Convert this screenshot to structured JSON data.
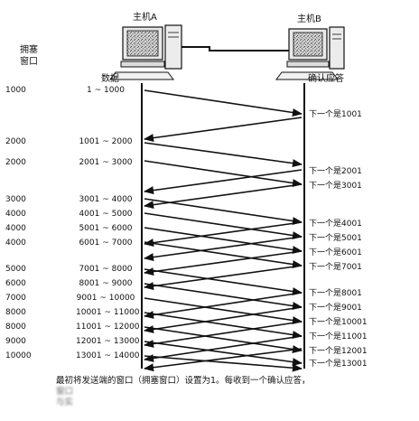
{
  "title": {
    "host_a": "主机A",
    "host_b": "主机B",
    "cwnd_label_line1": "拥塞",
    "cwnd_label_line2": "窗口",
    "data_header": "数据",
    "ack_header": "确认应答"
  },
  "rows": [
    {
      "cwnd": "1000",
      "data": "1 ~ 1000"
    },
    {
      "cwnd": "2000",
      "data": "1001 ~ 2000"
    },
    {
      "cwnd": "2000",
      "data": "2001 ~ 3000"
    },
    {
      "cwnd": "3000",
      "data": "3001 ~ 4000"
    },
    {
      "cwnd": "4000",
      "data": "4001 ~ 5000"
    },
    {
      "cwnd": "4000",
      "data": "5001 ~ 6000"
    },
    {
      "cwnd": "4000",
      "data": "6001 ~ 7000"
    },
    {
      "cwnd": "5000",
      "data": "7001 ~ 8000"
    },
    {
      "cwnd": "6000",
      "data": "8001 ~ 9000"
    },
    {
      "cwnd": "7000",
      "data": "9001 ~ 10000"
    },
    {
      "cwnd": "8000",
      "data": "10001 ~ 11000"
    },
    {
      "cwnd": "8000",
      "data": "11001 ~ 12000"
    },
    {
      "cwnd": "9000",
      "data": "12001 ~ 13000"
    },
    {
      "cwnd": "10000",
      "data": "13001 ~ 14000"
    }
  ],
  "acks": [
    "下一个是1001",
    "下一个是2001",
    "下一个是3001",
    "下一个是4001",
    "下一个是5001",
    "下一个是6001",
    "下一个是7001",
    "下一个是8001",
    "下一个是9001",
    "下一个是10001",
    "下一个是11001",
    "下一个是12001",
    "下一个是13001"
  ],
  "caption": {
    "line1": "最初将发送端的窗口（拥塞窗口）设置为1。每收到一个确认应答，",
    "line2": "窗口",
    "line3": "与实"
  },
  "colors": {
    "ink": "#111111",
    "paper": "#ffffff"
  },
  "icons": [
    "computer-icon",
    "computer-icon"
  ]
}
